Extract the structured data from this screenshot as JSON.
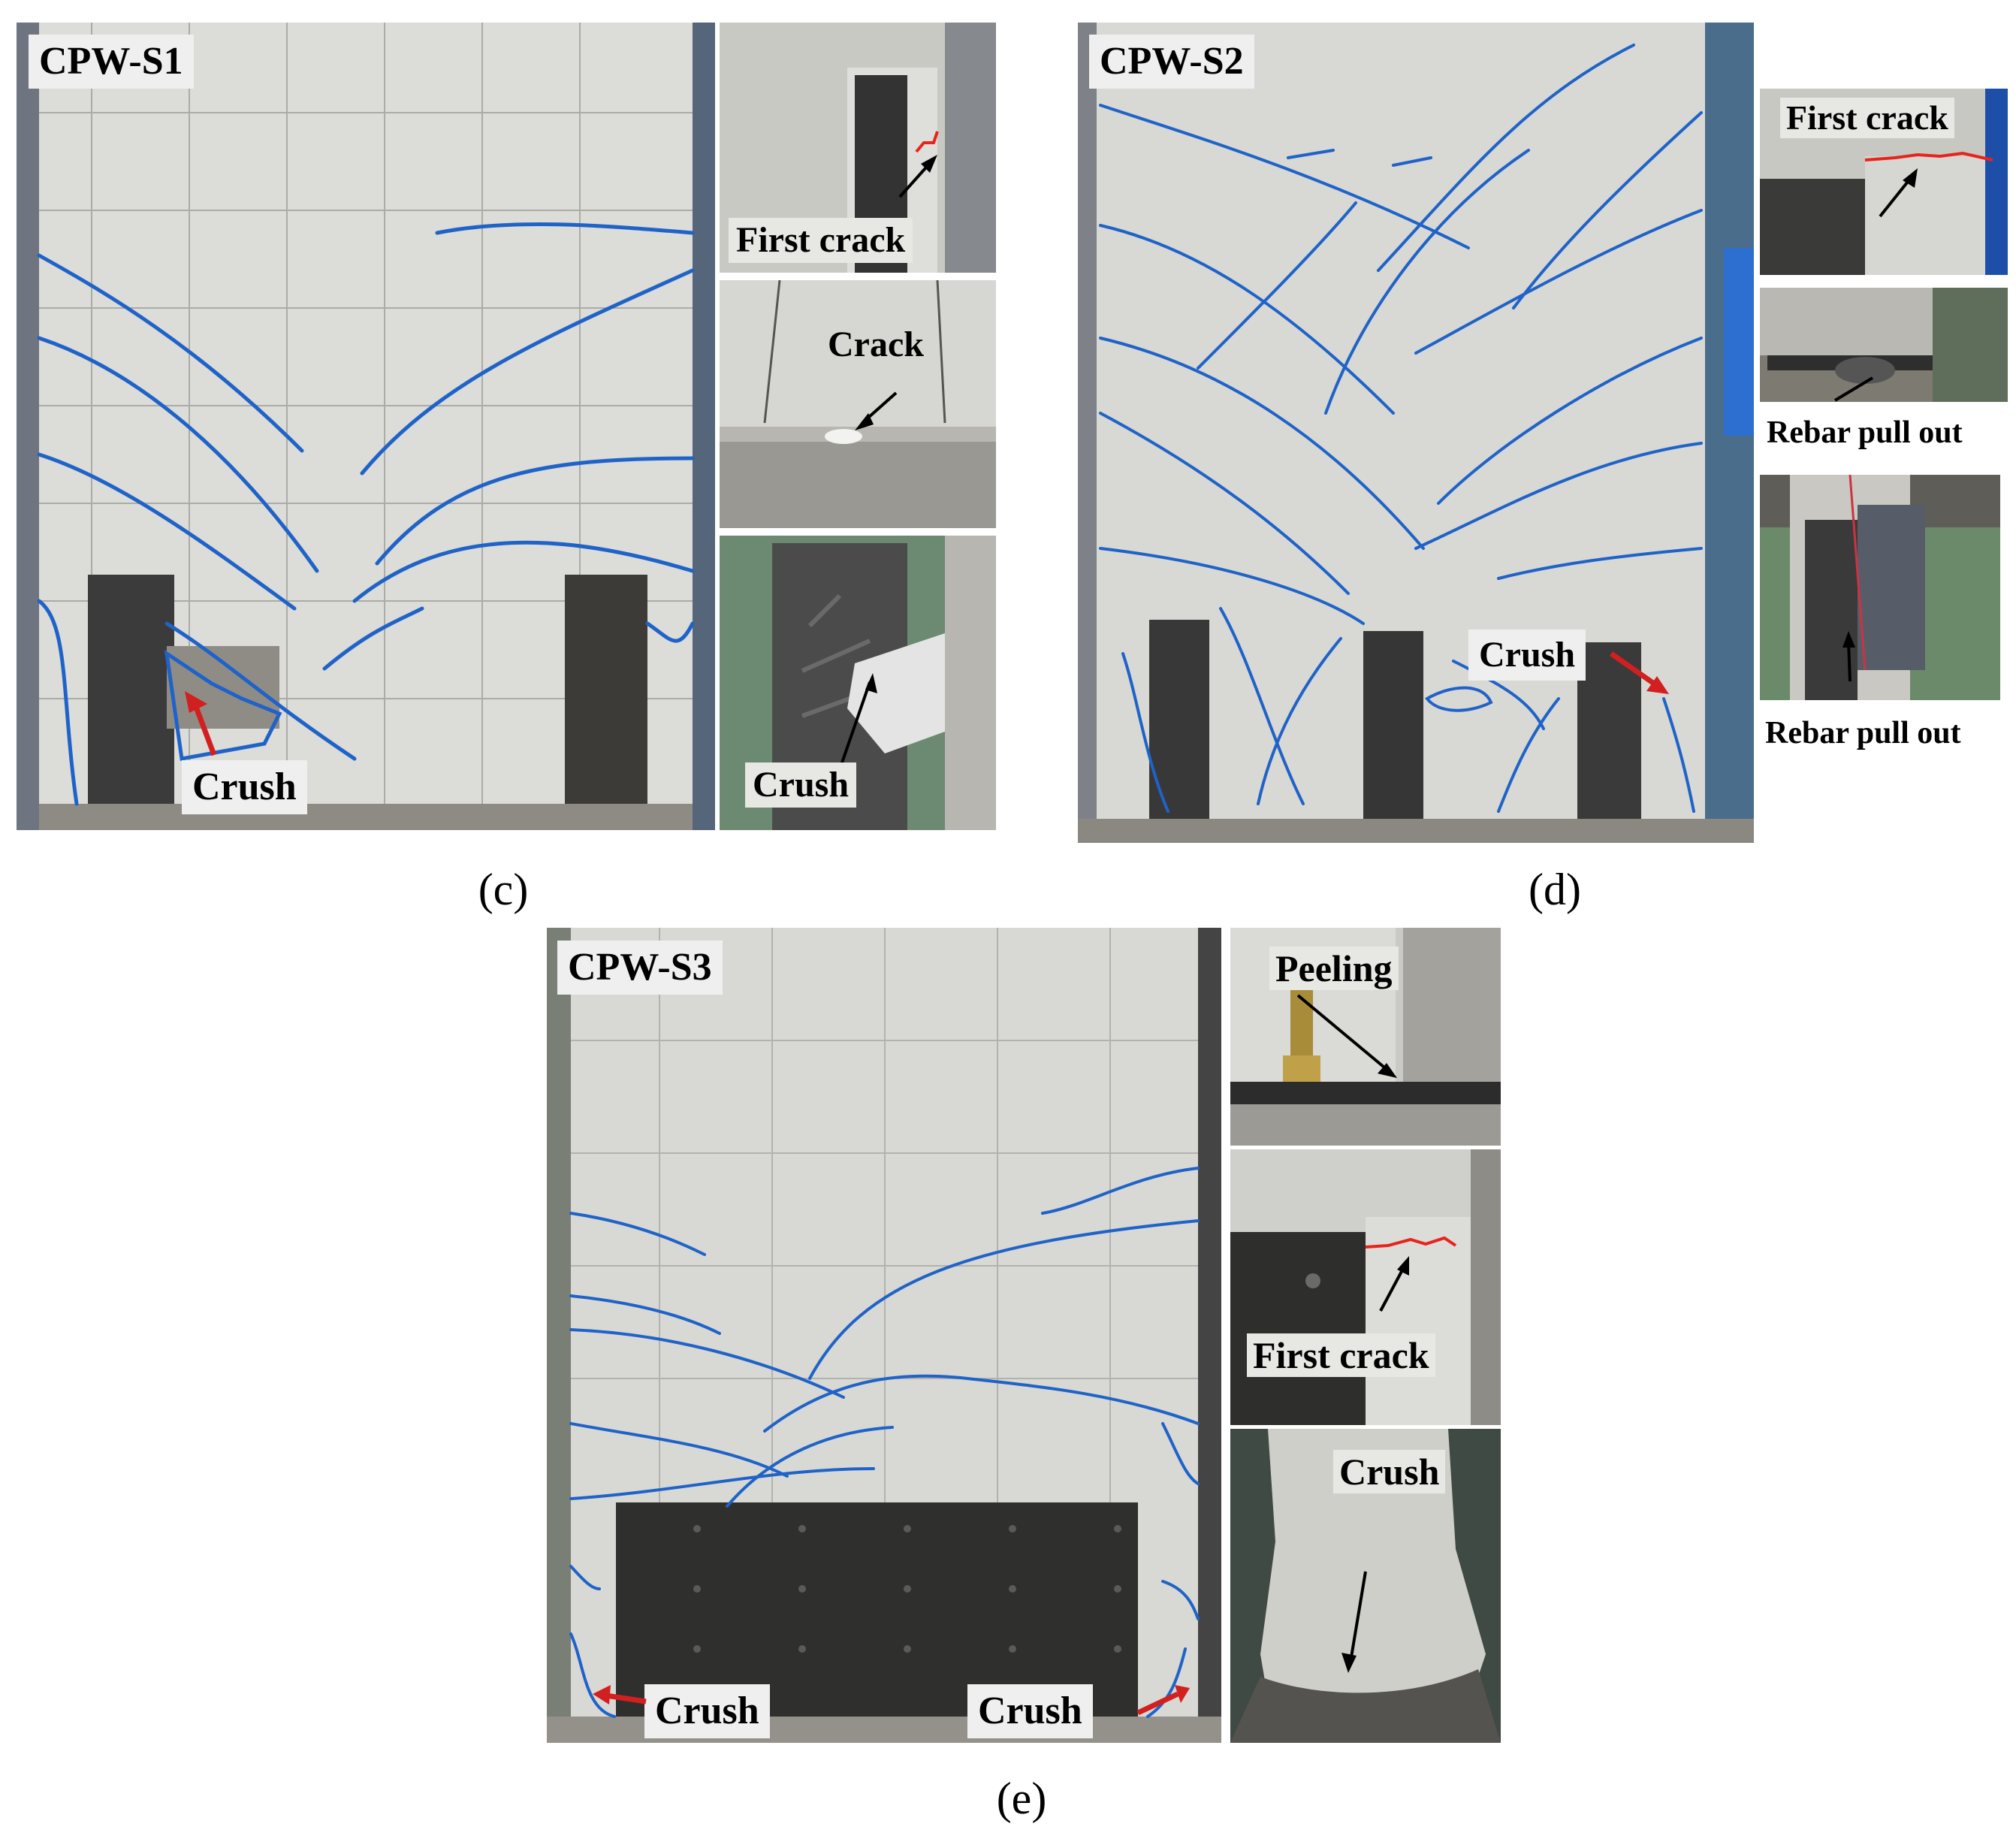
{
  "panels": {
    "c": {
      "caption": "(c)",
      "specimen": "CPW-S1",
      "main_annotation": "Crush",
      "insets": [
        "First crack",
        "Crack",
        "Crush"
      ]
    },
    "d": {
      "caption": "(d)",
      "specimen": "CPW-S2",
      "main_annotation": "Crush",
      "insets": [
        "First crack",
        "Rebar pull out",
        "Rebar pull out"
      ]
    },
    "e": {
      "caption": "(e)",
      "specimen": "CPW-S3",
      "main_annotations": [
        "Crush",
        "Crush"
      ],
      "insets": [
        "Peeling",
        "First crack",
        "Crush"
      ]
    }
  },
  "colors": {
    "crack_line": "#1f63c8",
    "first_crack_line": "#e8231c",
    "pointer_arrow_black": "#000000",
    "pointer_arrow_red": "#d21f1f",
    "label_background": "#efefef"
  }
}
